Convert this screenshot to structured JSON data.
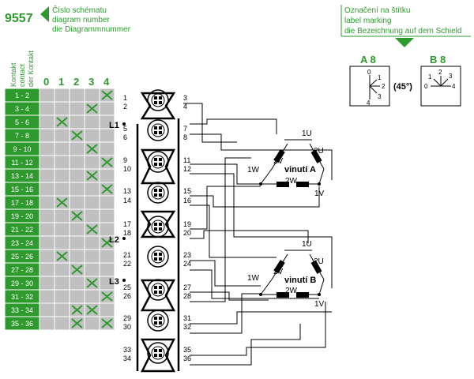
{
  "header": {
    "number": "9557",
    "diagram_label": [
      "Číslo schématu",
      "diagram number",
      "die Diagrammnummer"
    ],
    "marking_label": [
      "Označení na štítku",
      "label marking",
      "die Bezeichnung auf dem Schield"
    ]
  },
  "contact_header": [
    "Kontakt",
    "contact",
    "der Kontakt"
  ],
  "positions": [
    "0",
    "1",
    "2",
    "3",
    "4"
  ],
  "rows": [
    {
      "label": "1 - 2",
      "marks": [
        4
      ]
    },
    {
      "label": "3 - 4",
      "marks": [
        3
      ]
    },
    {
      "label": "5 - 6",
      "marks": [
        1
      ]
    },
    {
      "label": "7 - 8",
      "marks": [
        2
      ]
    },
    {
      "label": "9 - 10",
      "marks": [
        3
      ]
    },
    {
      "label": "11 - 12",
      "marks": [
        4
      ]
    },
    {
      "label": "13 - 14",
      "marks": [
        3
      ]
    },
    {
      "label": "15 - 16",
      "marks": [
        4
      ]
    },
    {
      "label": "17 - 18",
      "marks": [
        1
      ]
    },
    {
      "label": "19 - 20",
      "marks": [
        2
      ]
    },
    {
      "label": "21 - 22",
      "marks": [
        3
      ]
    },
    {
      "label": "23 - 24",
      "marks": [
        4
      ]
    },
    {
      "label": "25 - 26",
      "marks": [
        1
      ]
    },
    {
      "label": "27 - 28",
      "marks": [
        2
      ]
    },
    {
      "label": "29 - 30",
      "marks": [
        3
      ]
    },
    {
      "label": "31 - 32",
      "marks": [
        4
      ]
    },
    {
      "label": "33 - 34",
      "marks": [
        2,
        3
      ]
    },
    {
      "label": "35 - 36",
      "marks": [
        2,
        4
      ]
    }
  ],
  "dial_a": {
    "title": "A 8",
    "numbers": [
      "0",
      "1",
      "2",
      "3",
      "4"
    ]
  },
  "dial_b": {
    "title": "B 8",
    "numbers": [
      "0",
      "1",
      "2",
      "3",
      "4"
    ]
  },
  "angle": "(45°)",
  "terminals_left": [
    "1",
    "2",
    "5",
    "6",
    "9",
    "10",
    "13",
    "14",
    "17",
    "18",
    "21",
    "22",
    "25",
    "26",
    "29",
    "30",
    "33",
    "34"
  ],
  "terminals_right": [
    "3",
    "4",
    "7",
    "8",
    "11",
    "12",
    "15",
    "16",
    "19",
    "20",
    "23",
    "24",
    "27",
    "28",
    "31",
    "32",
    "35",
    "36"
  ],
  "lines": [
    "L1",
    "L2",
    "L3"
  ],
  "winding_a": {
    "name": "vinutí A",
    "labels": [
      "1U",
      "2U",
      "2V",
      "1W",
      "2W",
      "1V"
    ]
  },
  "winding_b": {
    "name": "vinutí B",
    "labels": [
      "1U",
      "2U",
      "2V",
      "1W",
      "2W",
      "1V"
    ]
  },
  "colors": {
    "accent": "#2e9a2e",
    "cell_gray": "#c0c0c0",
    "header_green": "#2e9a2e"
  }
}
